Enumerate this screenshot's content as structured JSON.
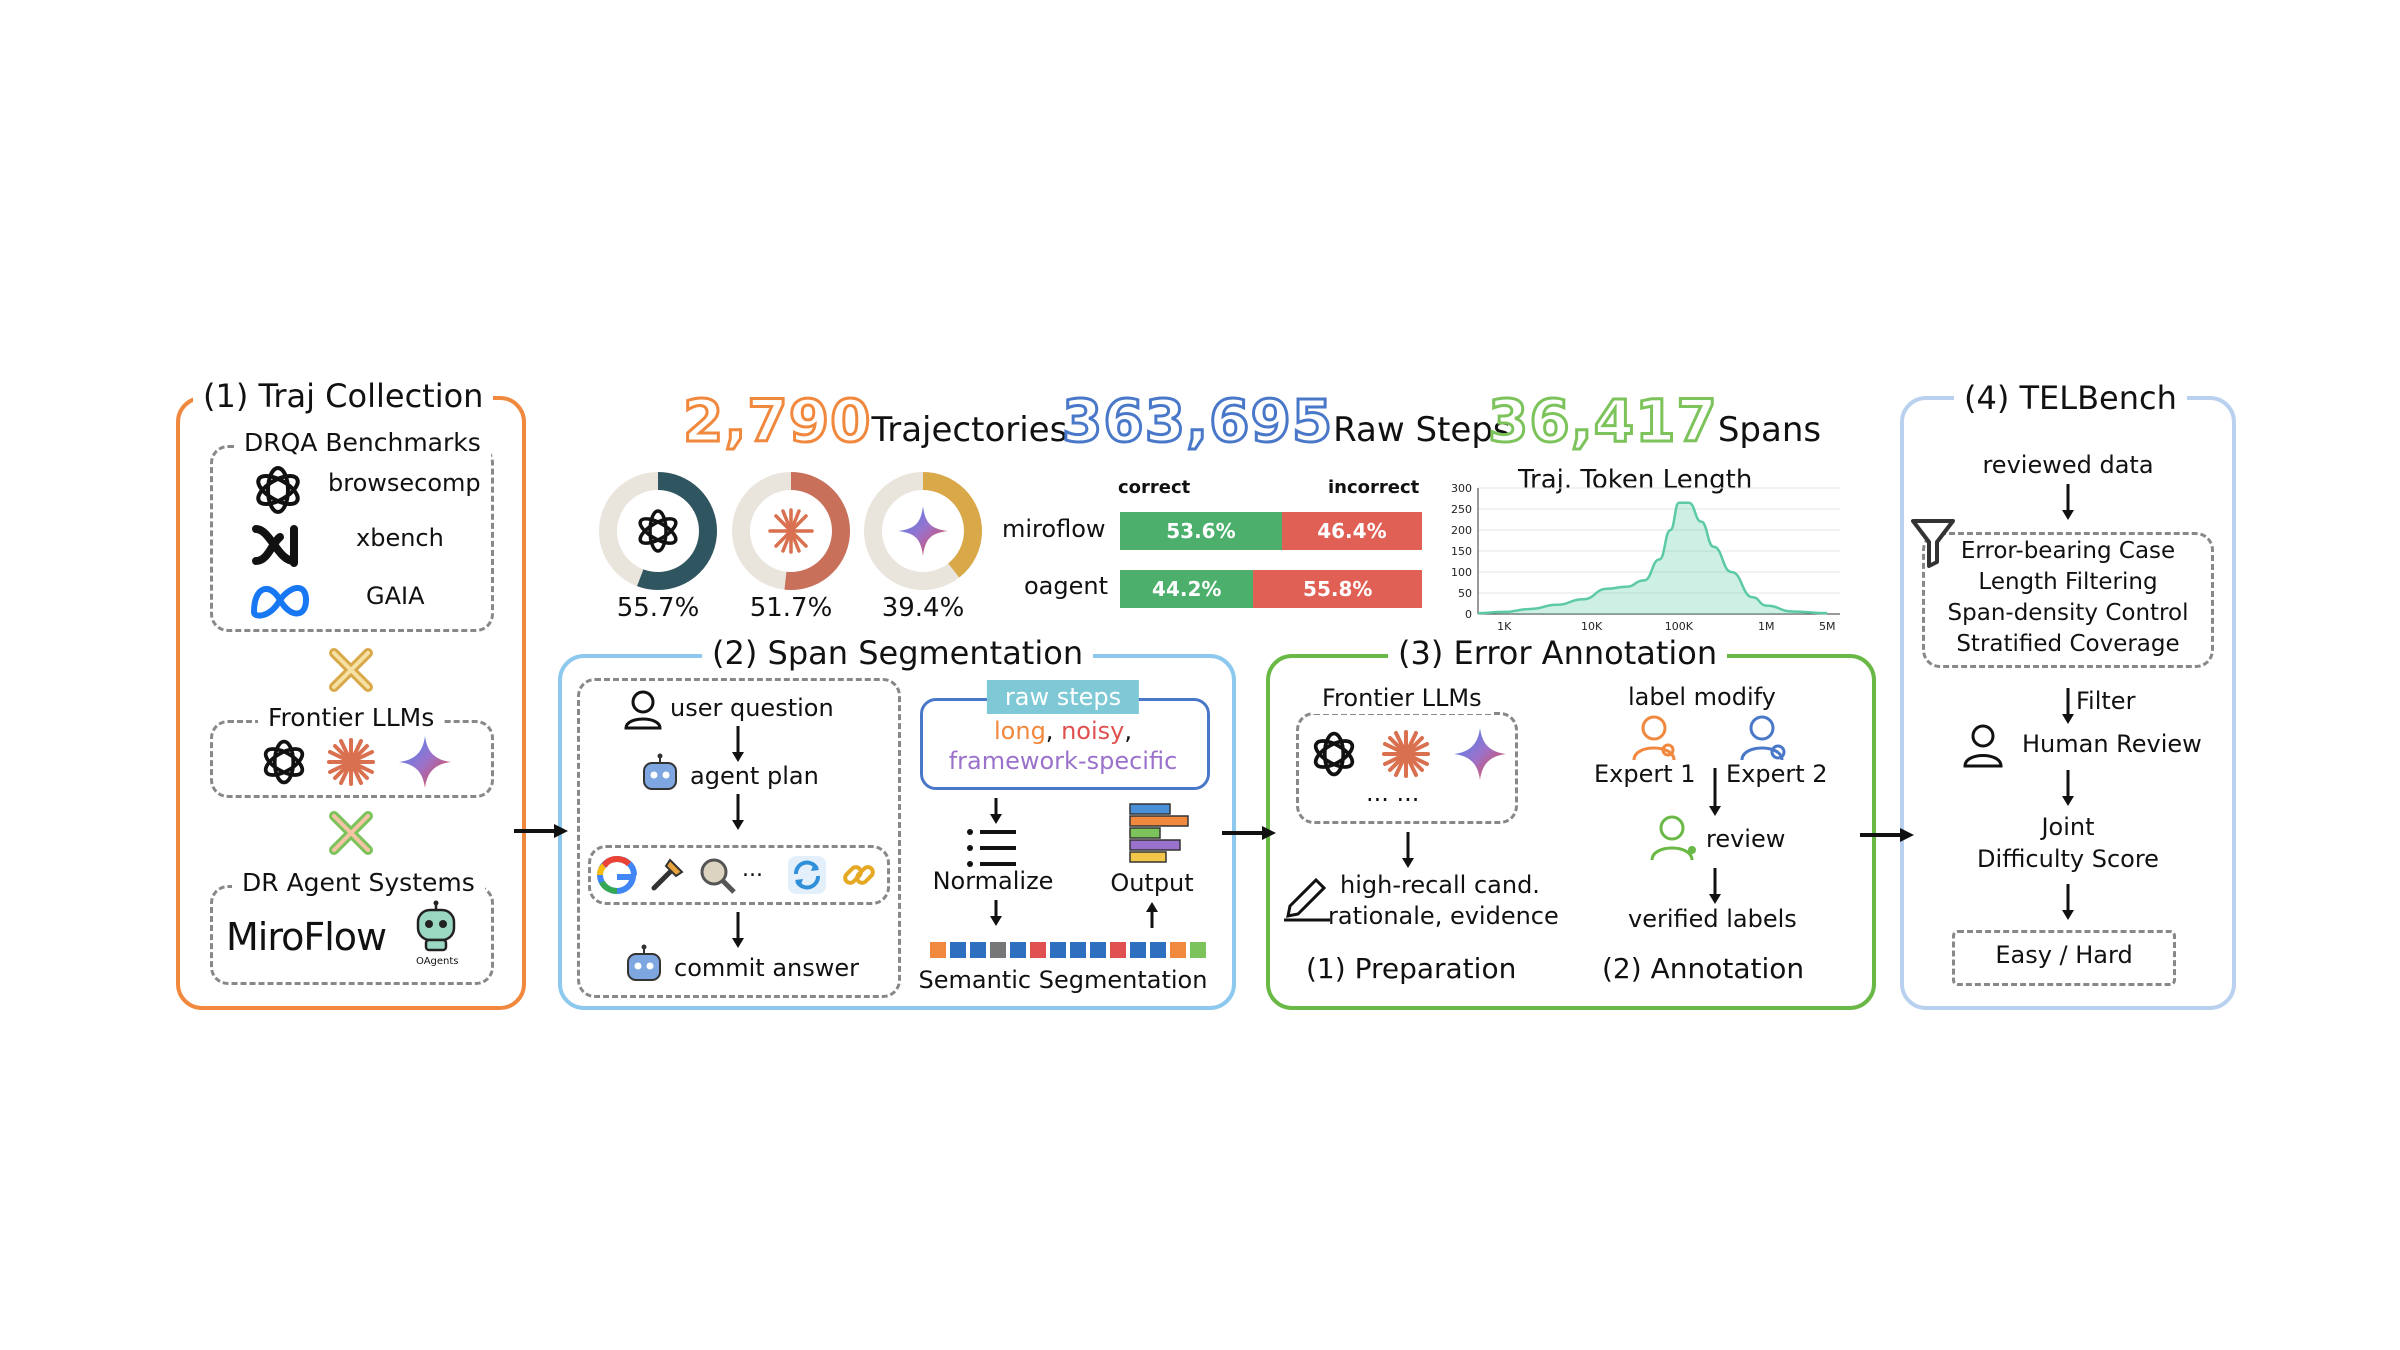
{
  "stats": [
    {
      "number": "2,790",
      "label": "Trajectories",
      "color": "#f0883e"
    },
    {
      "number": "363,695",
      "label": "Raw Steps",
      "color": "#4a78c8"
    },
    {
      "number": "36,417",
      "label": "Spans",
      "color": "#7dc35b"
    }
  ],
  "panel1": {
    "title": "(1) Traj Collection",
    "benchmarks_title": "DRQA Benchmarks",
    "benchmarks": [
      "browsecomp",
      "xbench",
      "GAIA"
    ],
    "llms_title": "Frontier LLMs",
    "systems_title": "DR Agent Systems",
    "miroflow": "MiroFlow",
    "oagents": "OAgents"
  },
  "donuts": [
    {
      "label": "55.7%",
      "value": 55.7,
      "color": "#2f5560",
      "icon": "openai-icon"
    },
    {
      "label": "51.7%",
      "value": 51.7,
      "color": "#c8705a",
      "icon": "claude-icon"
    },
    {
      "label": "39.4%",
      "value": 39.4,
      "color": "#d9a949",
      "icon": "gemini-icon"
    }
  ],
  "bars": {
    "correct_label": "correct",
    "incorrect_label": "incorrect",
    "correct_color": "#4caf6c",
    "incorrect_color": "#e06055",
    "rows": [
      {
        "name": "miroflow",
        "correct": 53.6,
        "incorrect": 46.4,
        "correct_label": "53.6%",
        "incorrect_label": "46.4%"
      },
      {
        "name": "oagent",
        "correct": 44.2,
        "incorrect": 55.8,
        "correct_label": "44.2%",
        "incorrect_label": "55.8%"
      }
    ]
  },
  "chart_data": {
    "type": "area",
    "title": "Traj. Token Length",
    "xlabel": "",
    "ylabel": "",
    "x_scale": "log",
    "x_ticks": [
      "1K",
      "10K",
      "100K",
      "1M",
      "5M"
    ],
    "y_ticks": [
      "0",
      "50",
      "100",
      "150",
      "200",
      "250",
      "300"
    ],
    "ylim": [
      0,
      300
    ],
    "color": "#5cc9a7",
    "x": [
      500,
      1000,
      2000,
      4000,
      8000,
      15000,
      25000,
      40000,
      60000,
      80000,
      100000,
      130000,
      180000,
      250000,
      400000,
      700000,
      1000000,
      2000000,
      5000000
    ],
    "y": [
      2,
      5,
      12,
      22,
      35,
      60,
      65,
      80,
      130,
      200,
      265,
      265,
      220,
      160,
      100,
      40,
      20,
      6,
      2
    ]
  },
  "panel2": {
    "title": "(2) Span Segmentation",
    "user_question": "user question",
    "agent_plan": "agent plan",
    "ellipsis": "...",
    "commit_answer": "commit answer",
    "raw_steps": "raw steps",
    "raw_desc_1": "long",
    "raw_desc_comma1": ",",
    "raw_desc_2": "noisy",
    "raw_desc_comma2": ",",
    "raw_desc_3": "framework-specific",
    "normalize": "Normalize",
    "output": "Output",
    "semantic": "Semantic Segmentation"
  },
  "panel3": {
    "title": "(3) Error Annotation",
    "frontier": "Frontier LLMs",
    "dots": "... ...",
    "cand_1": "high-recall cand.",
    "cand_2": "rationale, evidence",
    "preparation": "(1) Preparation",
    "label_modify": "label modify",
    "expert1": "Expert 1",
    "expert2": "Expert 2",
    "review": "review",
    "verified": "verified labels",
    "annotation": "(2) Annotation"
  },
  "panel4": {
    "title": "(4) TELBench",
    "reviewed": "reviewed data",
    "filters": [
      "Error-bearing Case",
      "Length Filtering",
      "Span-density Control",
      "Stratified Coverage"
    ],
    "filter": "Filter",
    "human": "Human Review",
    "joint_1": "Joint",
    "joint_2": "Difficulty Score",
    "easy_hard": "Easy / Hard"
  }
}
